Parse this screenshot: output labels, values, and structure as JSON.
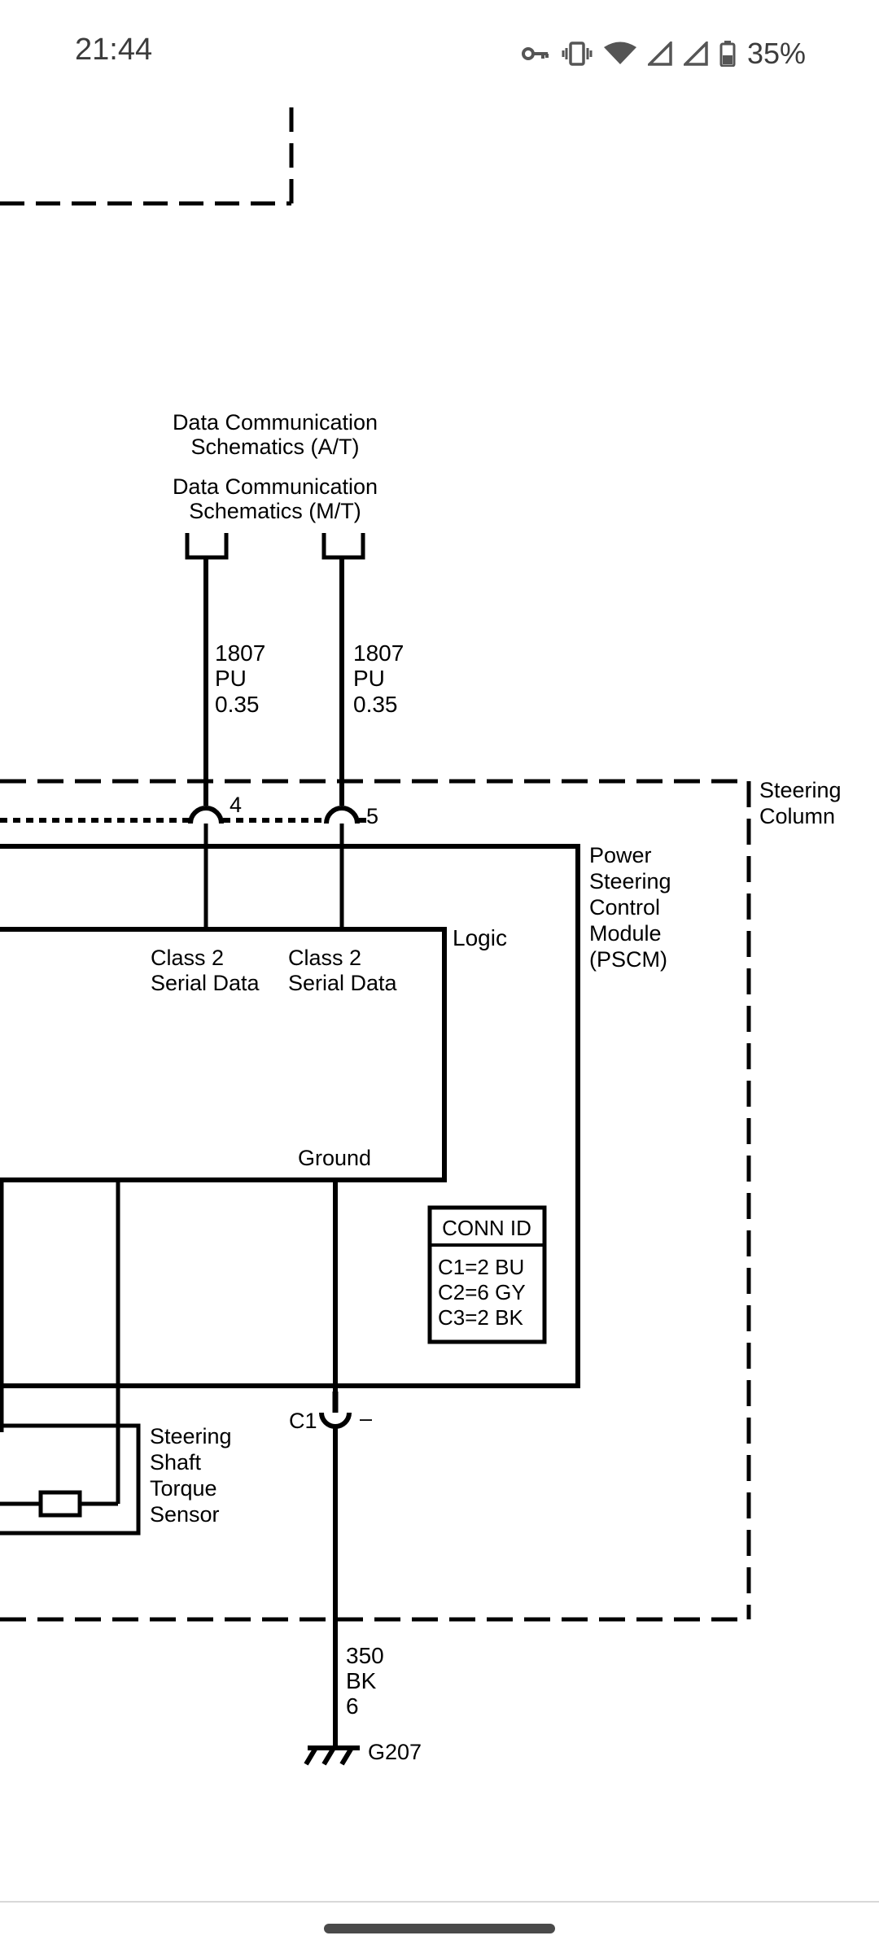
{
  "status_bar": {
    "time": "21:44",
    "battery": "35%",
    "icons": [
      "vpn-key-icon",
      "vibrate-icon",
      "wifi-icon",
      "signal-icon",
      "signal-icon",
      "battery-icon"
    ]
  },
  "diagram": {
    "upper_ref_line1": "Data Communication",
    "upper_ref_line2": "Schematics (A/T)",
    "lower_ref_line1": "Data Communication",
    "lower_ref_line2": "Schematics (M/T)",
    "wire_left": {
      "circuit": "1807",
      "color": "PU",
      "size": "0.35"
    },
    "wire_right": {
      "circuit": "1807",
      "color": "PU",
      "size": "0.35"
    },
    "pin_left": "4",
    "pin_right": "5",
    "steering_column_line1": "Steering",
    "steering_column_line2": "Column",
    "pscm_line1": "Power",
    "pscm_line2": "Steering",
    "pscm_line3": "Control",
    "pscm_line4": "Module",
    "pscm_line5": "(PSCM)",
    "logic_label": "Logic",
    "class2_left_line1": "Class 2",
    "class2_left_line2": "Serial Data",
    "class2_right_line1": "Class 2",
    "class2_right_line2": "Serial Data",
    "ground_label": "Ground",
    "conn_id_title": "CONN ID",
    "conn_id_row1": "C1=2 BU",
    "conn_id_row2": "C2=6 GY",
    "conn_id_row3": "C3=2 BK",
    "c1_label": "C1",
    "c1_pin": "–",
    "torque_line1": "Steering",
    "torque_line2": "Shaft",
    "torque_line3": "Torque",
    "torque_line4": "Sensor",
    "ground_wire": {
      "circuit": "350",
      "color": "BK",
      "size": "6"
    },
    "ground_point": "G207"
  }
}
